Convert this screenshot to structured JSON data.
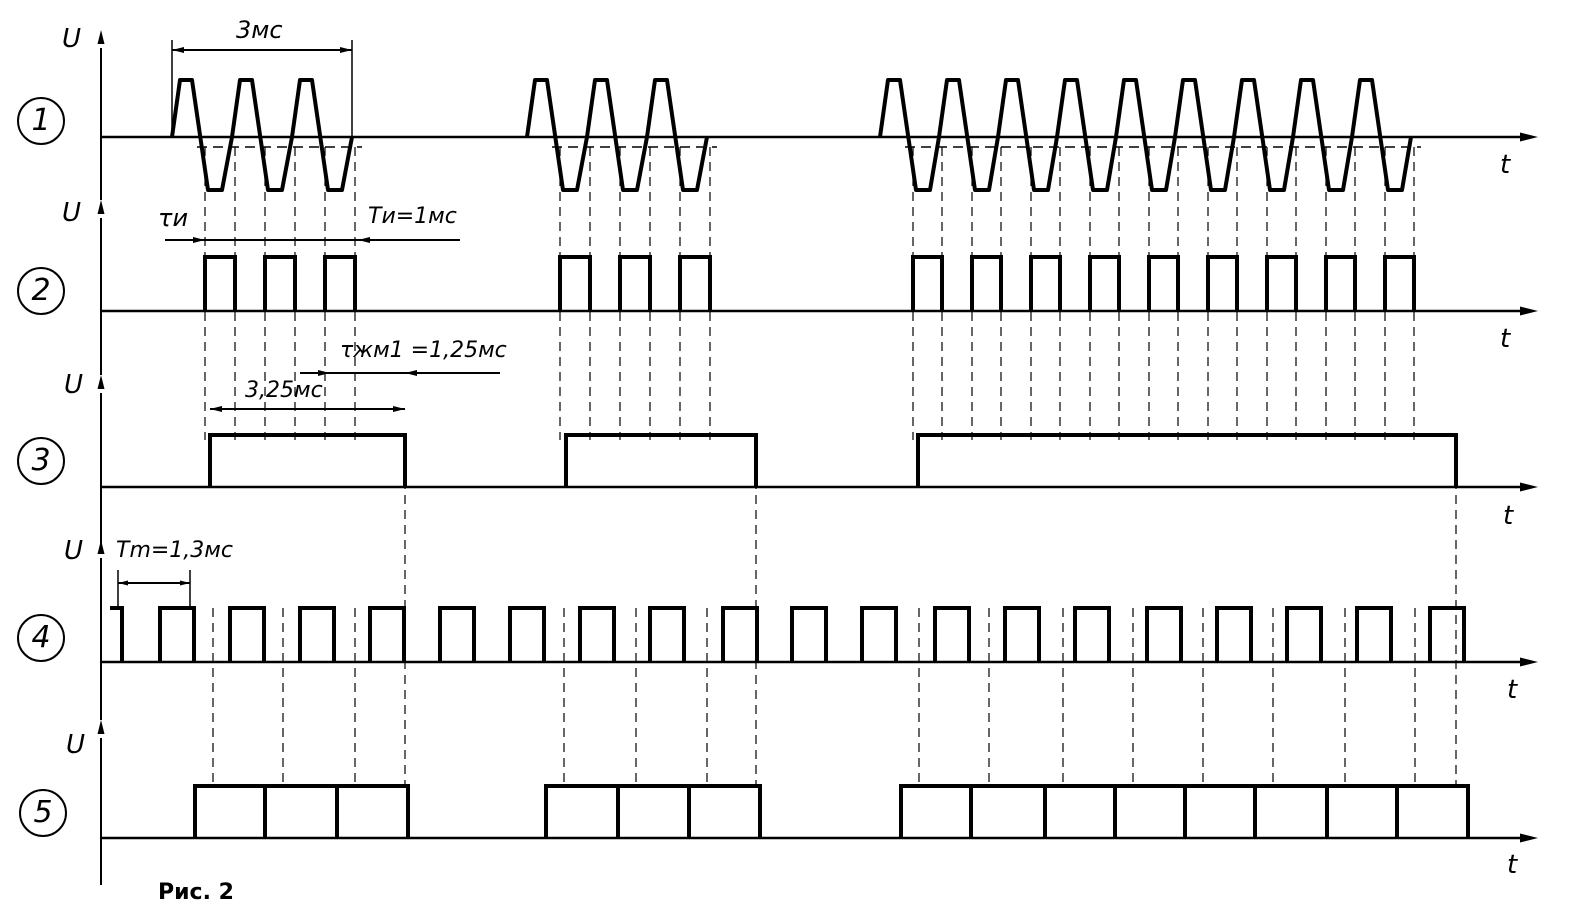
{
  "axis_label_u": "U",
  "axis_label_t": "t",
  "rows": [
    {
      "number": "1"
    },
    {
      "number": "2"
    },
    {
      "number": "3"
    },
    {
      "number": "4"
    },
    {
      "number": "5"
    }
  ],
  "annotations": {
    "burst_duration": "3мс",
    "pulse_width": "τи",
    "pulse_period": "Tи=1мс",
    "monostable_time": "τжм1 =1,25мс",
    "output_duration": "3,25мс",
    "clock_period": "Tm=1,3мс"
  },
  "caption": "Рис. 2",
  "signal": {
    "burst_cycles": [
      3,
      3,
      9
    ],
    "burst_period_ms": 1,
    "clock_period_ms": 1.3,
    "monostable_ms": 1.25
  }
}
